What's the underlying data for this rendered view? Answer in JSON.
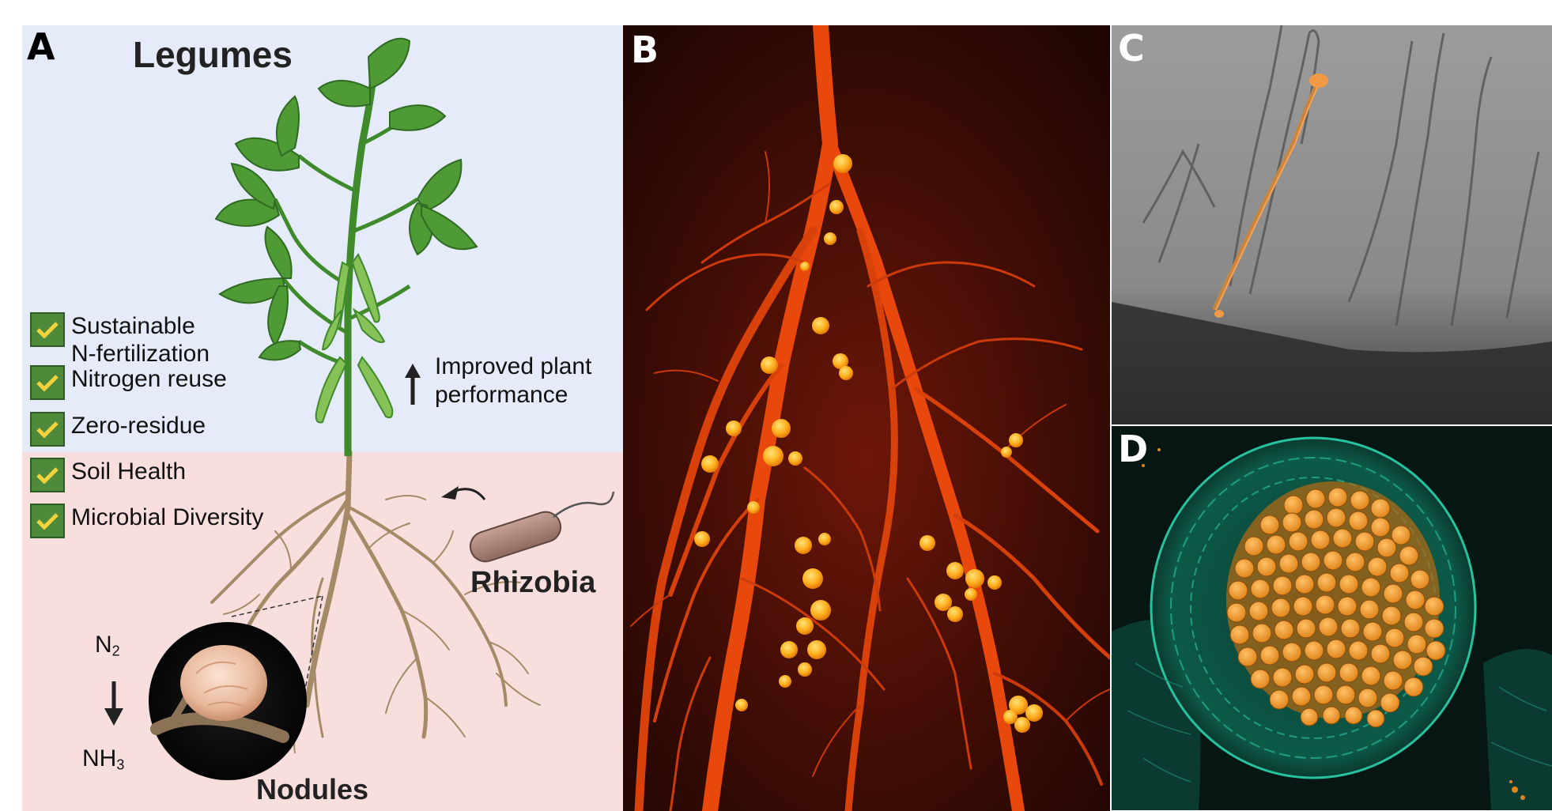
{
  "panels": {
    "a": {
      "letter": "A",
      "title": "Legumes",
      "benefits": [
        {
          "line1": "Sustainable",
          "line2": "N-fertilization"
        },
        {
          "line1": "Nitrogen reuse"
        },
        {
          "line1": "Zero-residue"
        },
        {
          "line1": "Soil Health"
        },
        {
          "line1": "Microbial Diversity"
        }
      ],
      "improved_line1": "Improved plant",
      "improved_line2": "performance",
      "rhizobia": "Rhizobia",
      "n2": "N",
      "n2_sub": "2",
      "nh3": "NH",
      "nh3_sub": "3",
      "nodules": "Nodules",
      "colors": {
        "sky": "#e6ebf9",
        "soil": "#f9dede",
        "leaf": "#4e9a34",
        "root": "#a48a66",
        "check": "#4f8a3b"
      }
    },
    "b": {
      "letter": "B"
    },
    "c": {
      "letter": "C"
    },
    "d": {
      "letter": "D"
    }
  }
}
